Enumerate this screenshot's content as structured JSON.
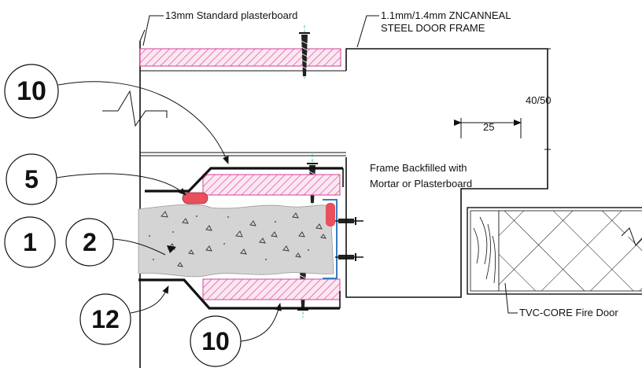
{
  "labels": {
    "plasterboard": "13mm Standard plasterboard",
    "frame_line1": "1.1mm/1.4mm ZNCANNEAL",
    "frame_line2": "STEEL DOOR FRAME",
    "backfill_line1": "Frame Backfilled with",
    "backfill_line2": "Mortar or Plasterboard",
    "door": "TVC-CORE Fire Door",
    "dim_height": "40/50",
    "dim_width": "25"
  },
  "callouts": [
    {
      "id": "callout-10-top",
      "text": "10"
    },
    {
      "id": "callout-5",
      "text": "5"
    },
    {
      "id": "callout-1",
      "text": "1"
    },
    {
      "id": "callout-2",
      "text": "2"
    },
    {
      "id": "callout-12",
      "text": "12"
    },
    {
      "id": "callout-10-bottom",
      "text": "10"
    }
  ],
  "colors": {
    "plasterboard_hatch": "#d7429a",
    "sealant": "#e8505b",
    "concrete": "#d4d4d4",
    "channel": "#3a7ac0",
    "line": "#111111"
  }
}
